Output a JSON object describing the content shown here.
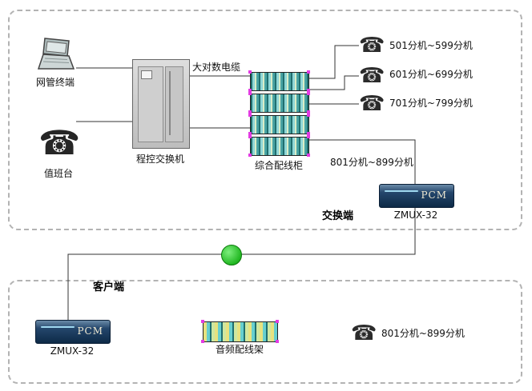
{
  "exchange": {
    "section_label": "交换端",
    "nms_terminal_label": "网管终端",
    "duty_console_label": "值班台",
    "pbx_label": "程控交换机",
    "cable_label": "大对数电缆",
    "distribution_cabinet_label": "综合配线柜",
    "extensions": [
      {
        "label": "501分机~599分机"
      },
      {
        "label": "601分机~699分机"
      },
      {
        "label": "701分机~799分机"
      }
    ],
    "pcm_link_label": "801分机~899分机",
    "pcm": {
      "brand": "PCM",
      "model": "ZMUX-32"
    }
  },
  "client": {
    "section_label": "客户端",
    "pcm": {
      "brand": "PCM",
      "model": "ZMUX-32"
    },
    "audio_frame_label": "音频配线架",
    "extension_label": "801分机~899分机"
  },
  "icons": {
    "telephone": "☎"
  },
  "colors": {
    "connector_node": "#22b822",
    "selection_handle": "#e33ae3",
    "pcm_body": "#0d2a47"
  }
}
